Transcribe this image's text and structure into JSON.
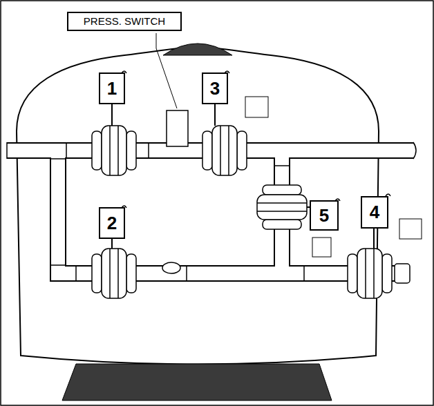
{
  "diagram": {
    "nodes": [
      {
        "text": [
          "PRESS. SWITCH"
        ]
      },
      {
        "text": [
          "1"
        ]
      },
      {
        "text": [
          "3"
        ]
      },
      {
        "text": [
          "5"
        ]
      },
      {
        "text": [
          "4"
        ]
      },
      {
        "text": [
          "2"
        ]
      }
    ]
  }
}
